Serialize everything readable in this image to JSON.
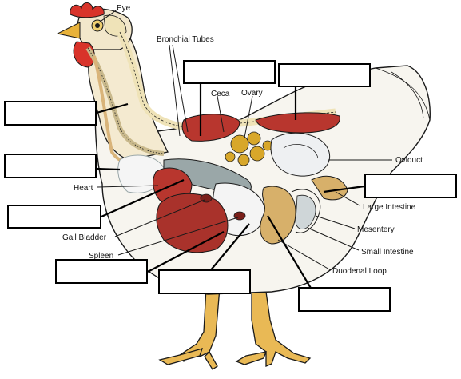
{
  "labels": {
    "eye": "Eye",
    "bronchial_tubes": "Bronchial Tubes",
    "ceca": "Ceca",
    "ovary": "Ovary",
    "oviduct": "Oviduct",
    "heart": "Heart",
    "large_intestine": "Large Intestine",
    "gall_bladder": "Gall Bladder",
    "mesentery": "Mesentery",
    "spleen": "Spleen",
    "small_intestine": "Small Intestine",
    "duodenal_loop": "Duodenal Loop"
  },
  "blank_boxes": [
    {
      "id": "box-1",
      "value": ""
    },
    {
      "id": "box-2",
      "value": ""
    },
    {
      "id": "box-3",
      "value": ""
    },
    {
      "id": "box-4",
      "value": ""
    },
    {
      "id": "box-5",
      "value": ""
    },
    {
      "id": "box-6",
      "value": ""
    },
    {
      "id": "box-7",
      "value": ""
    },
    {
      "id": "box-8",
      "value": ""
    },
    {
      "id": "box-9",
      "value": ""
    }
  ],
  "colors": {
    "outline": "#1a1a1a",
    "body_white": "#f7f5ef",
    "comb_red": "#d8332a",
    "beak_yellow": "#e8b23a",
    "leg_yellow": "#e9b955",
    "organ_red": "#b8362e",
    "liver_red": "#a9322b",
    "egg_yellow": "#d8a72a",
    "intestine_tan": "#d7b06a",
    "grey_tube": "#9aa7a8",
    "spine_cream": "#efe3b8"
  }
}
